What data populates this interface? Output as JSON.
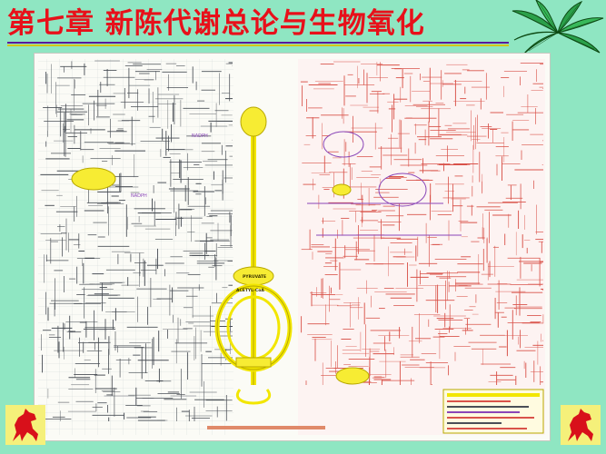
{
  "slide": {
    "title": "第七章  新陈代谢总论与生物氧化"
  },
  "chart_labels": {
    "nadph_a": "NADPH",
    "nadph_b": "NADPH",
    "pyruvate": "PYRUVATE",
    "acetyl_coa": "ACETYL-CoA"
  },
  "colors": {
    "background": "#8fe6c2",
    "title": "#e8101a",
    "central_pathway": "#f2e600",
    "left_region_lines": "#4a4f56",
    "right_region_lines": "#d9534a",
    "purple_lines": "#8a46b8"
  },
  "icons": {
    "top_right": "palm-leaf-icon",
    "bottom_left": "red-horse-icon",
    "bottom_right": "red-horse-icon"
  }
}
